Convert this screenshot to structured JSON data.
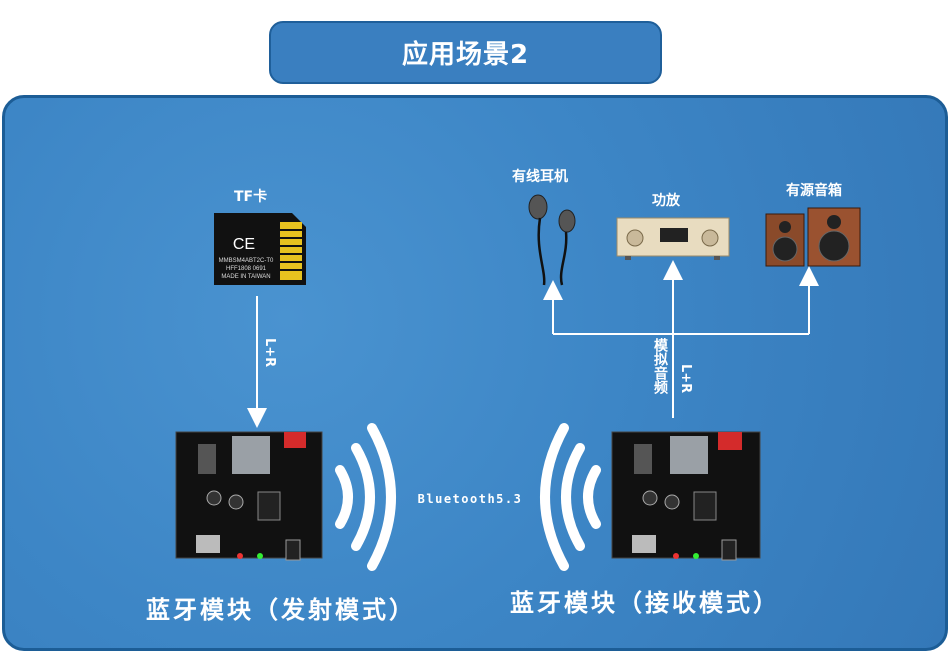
{
  "title": "应用场景2",
  "tf_card": {
    "label": "TF卡",
    "ce": "CE",
    "line1": "MMBSM4ABT2C-T0",
    "line2": "HFF1808 0691",
    "line3": "MADE IN TAIWAN"
  },
  "signal_left": "L+R",
  "signal_right_a": "模拟音频",
  "signal_right_b": "L+R",
  "bluetooth": "Bluetooth5.3",
  "devices": {
    "earphones": "有线耳机",
    "amplifier": "功放",
    "speakers": "有源音箱"
  },
  "modules": {
    "left": "蓝牙模块（发射模式）",
    "right": "蓝牙模块（接收模式）"
  },
  "colors": {
    "panel": "#3d86c6",
    "title_box": "#3a7fc0",
    "border": "#1c5d96"
  }
}
